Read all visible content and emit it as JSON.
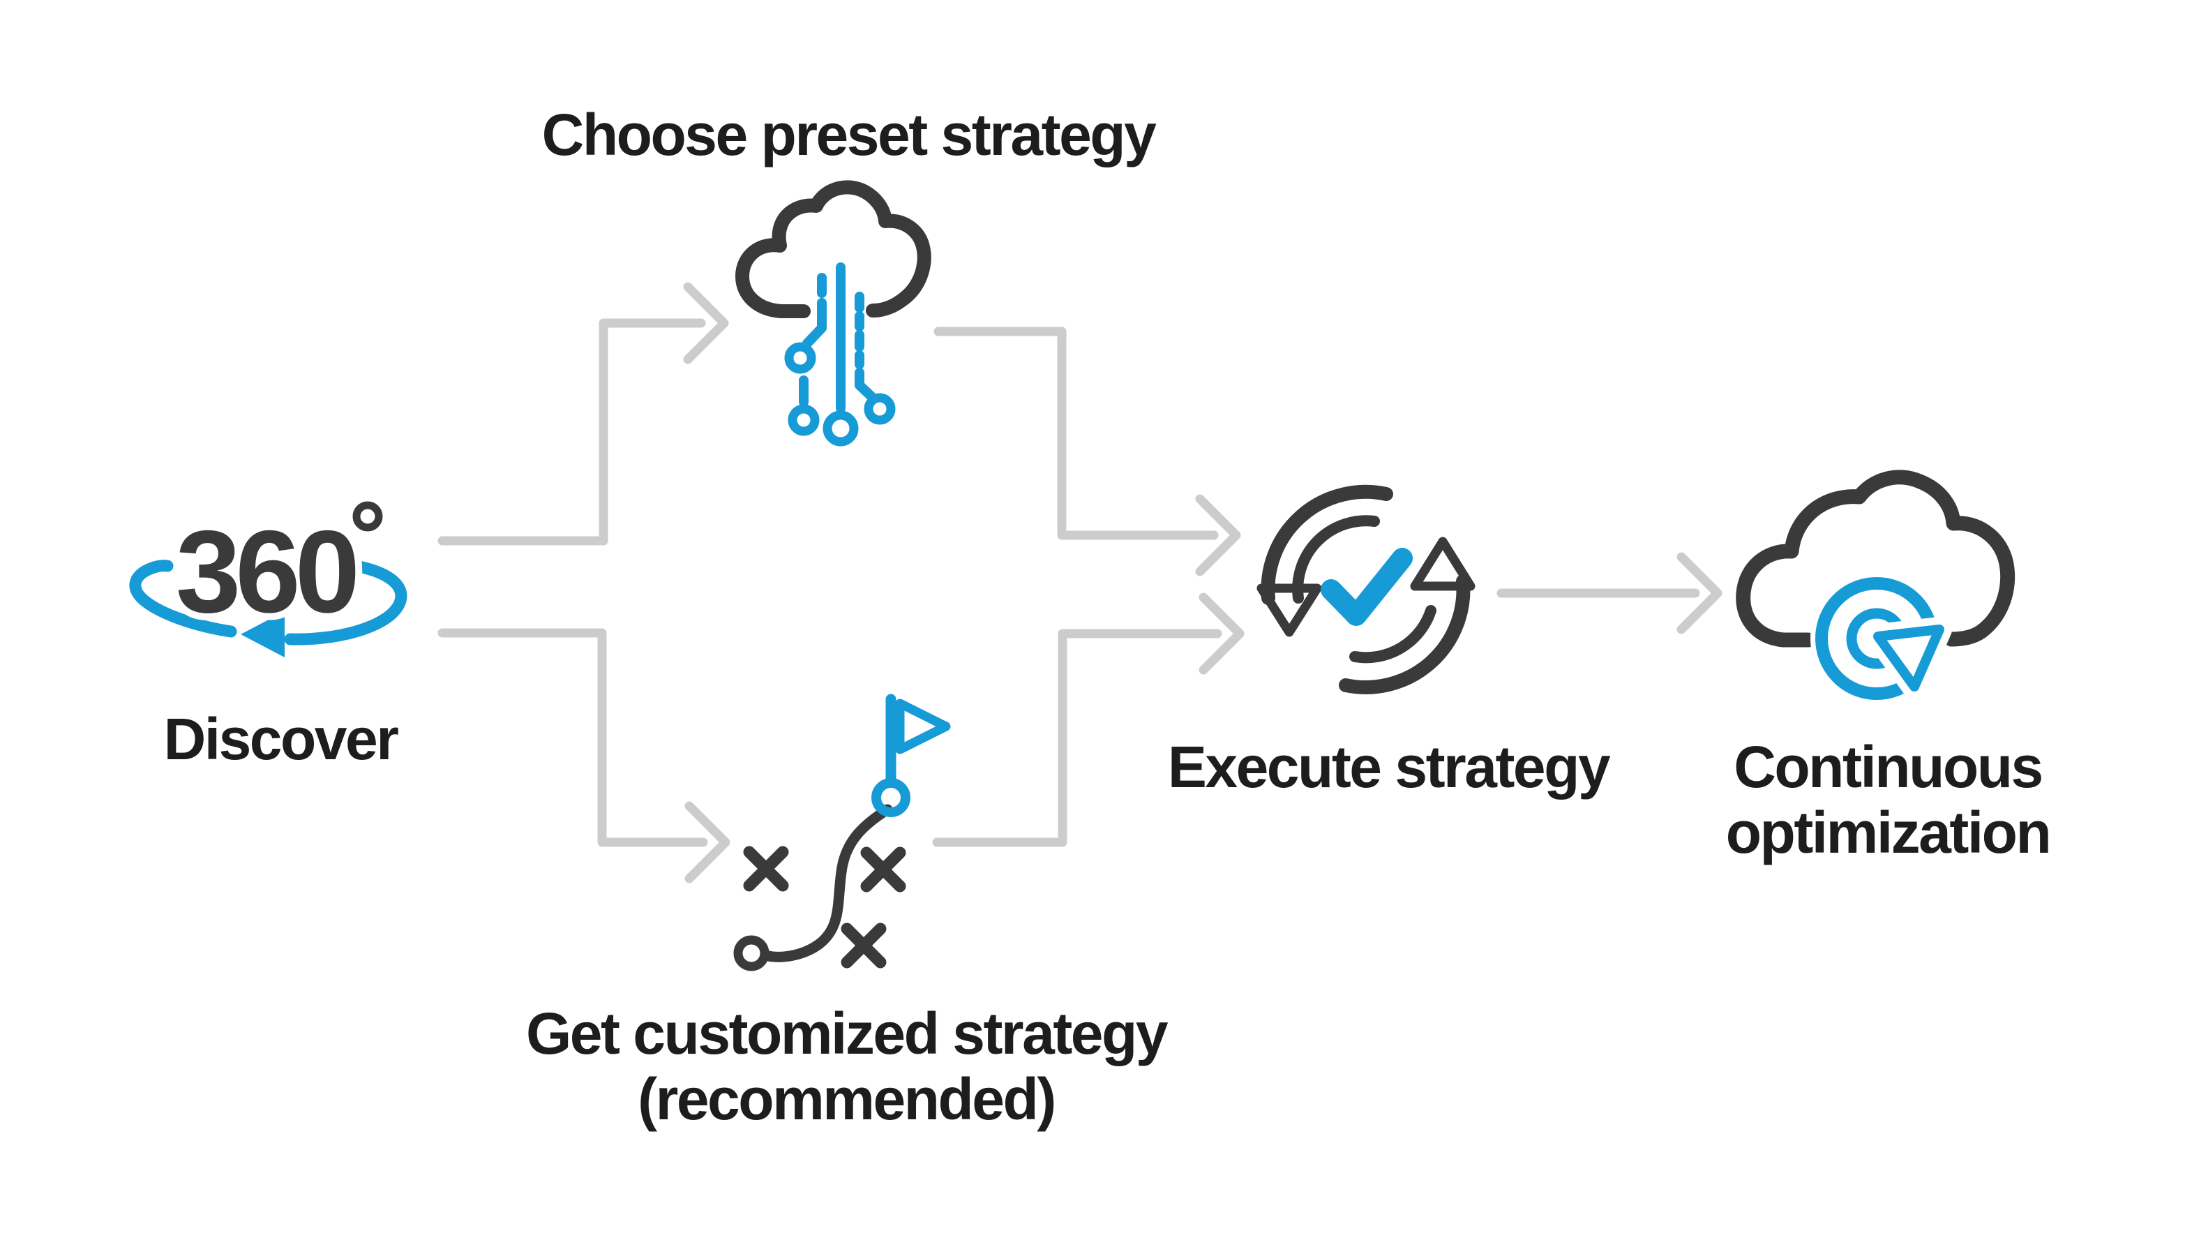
{
  "colors": {
    "background": "#ffffff",
    "accent_blue": "#169bd7",
    "icon_dark": "#3a3a3a",
    "text_dark": "#1d1d1b",
    "connector_gray": "#cccccc"
  },
  "nodes": {
    "discover": {
      "badge": "360",
      "label": "Discover",
      "icon": "rotation-360-icon"
    },
    "preset": {
      "label": "Choose preset strategy",
      "icon": "cloud-decision-tree-icon"
    },
    "custom": {
      "label": "Get customized strategy",
      "sublabel": "(recommended)",
      "icon": "tactics-playbook-icon"
    },
    "execute": {
      "label": "Execute strategy",
      "icon": "sync-arrows-check-icon"
    },
    "optimize": {
      "label": "Continuous",
      "label2": "optimization",
      "icon": "cloud-refresh-icon"
    }
  },
  "edges": [
    {
      "from": "discover",
      "to": "preset"
    },
    {
      "from": "discover",
      "to": "custom"
    },
    {
      "from": "preset",
      "to": "execute"
    },
    {
      "from": "custom",
      "to": "execute"
    },
    {
      "from": "execute",
      "to": "optimize"
    }
  ]
}
